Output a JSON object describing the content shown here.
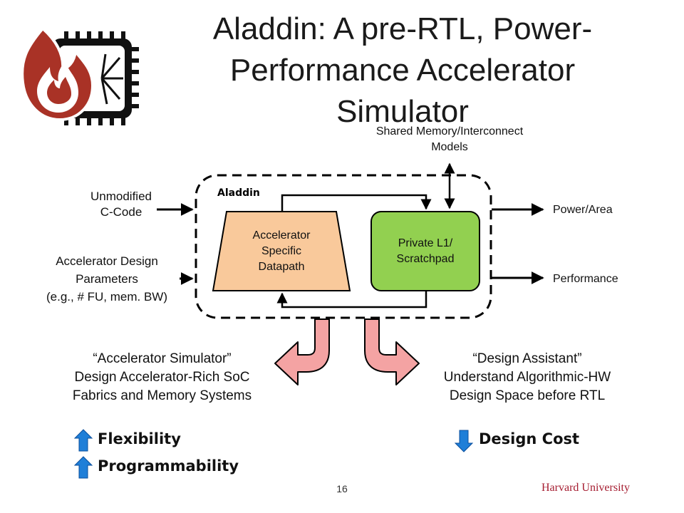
{
  "title": "Aladdin: A pre-RTL, Power-Performance Accelerator Simulator",
  "title_lines": [
    "Aladdin: A pre-RTL, Power-",
    "Performance Accelerator",
    "Simulator"
  ],
  "logo": "flame-chip-logo",
  "diagram": {
    "shared_memory": [
      "Shared Memory/Interconnect",
      "Models"
    ],
    "aladdin_label": "Aladdin",
    "inputs": {
      "c_code": [
        "Unmodified",
        "C-Code"
      ],
      "design_params": [
        "Accelerator Design",
        "Parameters",
        "(e.g., # FU, mem. BW)"
      ]
    },
    "datapath": [
      "Accelerator",
      "Specific",
      "Datapath"
    ],
    "scratchpad": [
      "Private L1/",
      "Scratchpad"
    ],
    "outputs": {
      "power_area": "Power/Area",
      "performance": "Performance"
    }
  },
  "use_cases": {
    "left": [
      "“Accelerator Simulator”",
      "Design Accelerator-Rich SoC",
      "Fabrics and Memory Systems"
    ],
    "right": [
      "“Design Assistant”",
      "Understand Algorithmic-HW",
      "Design Space before RTL"
    ]
  },
  "benefits": {
    "flexibility": "Flexibility",
    "programmability": "Programmability",
    "design_cost": "Design Cost"
  },
  "footer": {
    "page_number": "16",
    "university": "Harvard University"
  },
  "colors": {
    "datapath_fill": "#f9c99b",
    "scratchpad_fill": "#92d050",
    "curved_arrow": "#f4a3a3",
    "blue_arrow": "#1f7fd8",
    "harvard_crimson": "#a51c30"
  }
}
